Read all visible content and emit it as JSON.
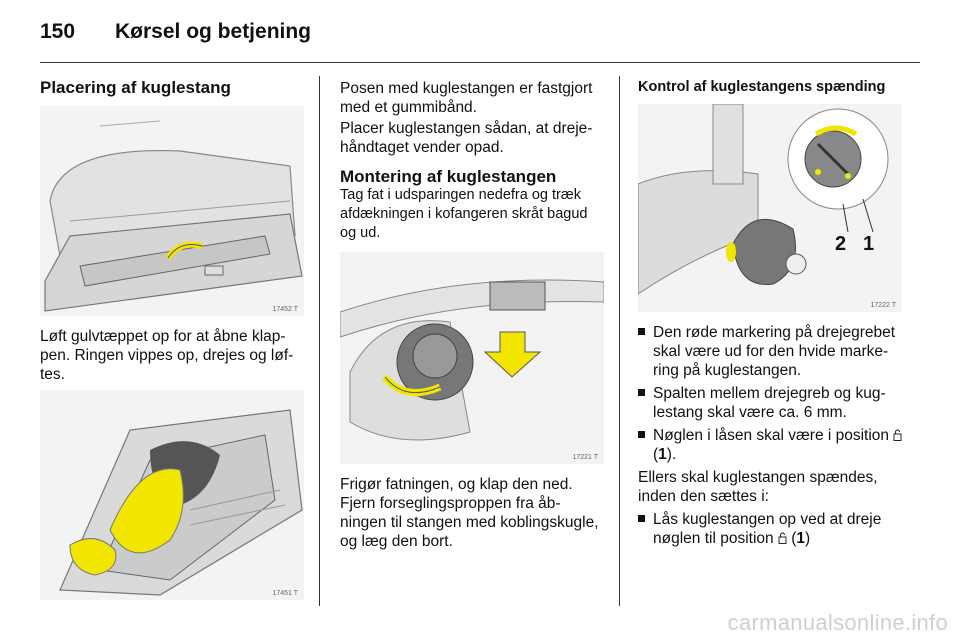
{
  "header": {
    "page_number": "150",
    "chapter_title": "Kørsel og betjening"
  },
  "col1": {
    "title": "Placering af kuglestang",
    "fig1_number": "17452 T",
    "text1": "Løft gulvtæppet op for at åbne klap- pen. Ringen vippes op, drejes og løf- tes.",
    "fig2_number": "17451 T"
  },
  "col2": {
    "intro": "Posen med kuglestangen er fastgjort med et gummibånd.",
    "placement": "Placer kuglestangen sådan, at dreje- håndtaget vender opad.",
    "mount_title": "Montering af kuglestangen",
    "mount_text": "Tag fat i udsparingen nedefra og træk afdækningen i kofangeren skråt bagud og ud.",
    "fig3_number": "17221 T",
    "release_text": "Frigør fatningen, og klap den ned. Fjern forseglingsproppen fra åb- ningen til stangen med koblingskugle, og læg den bort."
  },
  "col3": {
    "title": "Kontrol af kuglestangens spænding",
    "fig4_number": "17222 T",
    "fig4_labels": [
      "2",
      "1"
    ],
    "bullets": [
      "Den røde markering på drejegrebet skal være ud for den hvide marke- ring på kuglestangen.",
      "Spalten mellem drejegreb og kug- lestang skal være ca. 6 mm."
    ],
    "bullet3_text": "Nøglen i låsen skal være i position",
    "bullet3_ref": "1",
    "otherwise": "Ellers skal kuglestangen spændes, inden den sættes i:",
    "bullet4_text": "Lås kuglestangen op ved at dreje nøglen til position",
    "bullet4_ref": "1"
  },
  "watermark": "carmanualsonline.info",
  "colors": {
    "highlight": "#f2e600",
    "figure_bg": "#f3f3f3"
  }
}
